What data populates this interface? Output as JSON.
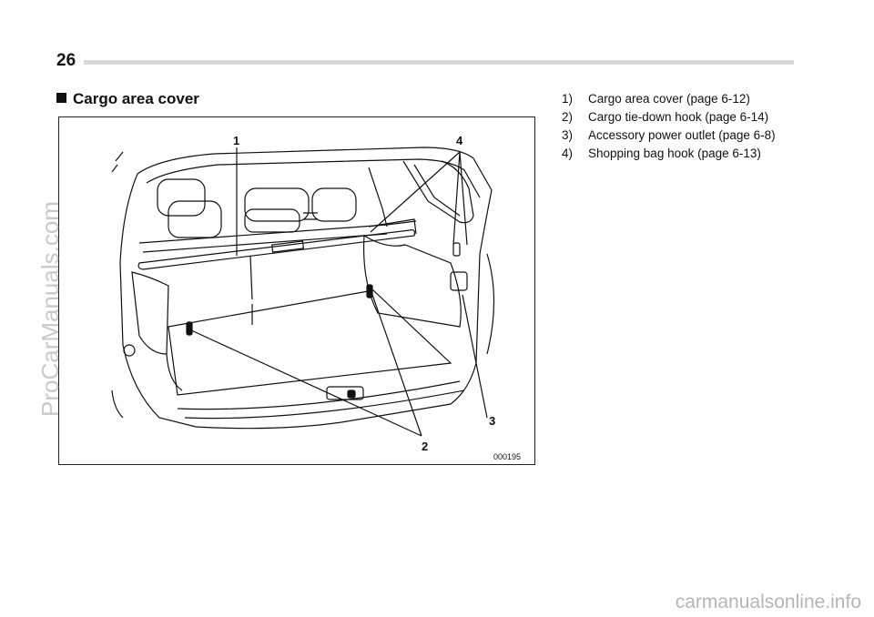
{
  "page": {
    "number": "26",
    "section_title": "Cargo area cover"
  },
  "figure": {
    "callouts": [
      "1",
      "4",
      "3",
      "2"
    ],
    "image_code": "000195"
  },
  "legend": [
    {
      "num": "1)",
      "text": "Cargo area cover (page 6-12)"
    },
    {
      "num": "2)",
      "text": "Cargo tie-down hook (page 6-14)"
    },
    {
      "num": "3)",
      "text": "Accessory power outlet (page 6-8)"
    },
    {
      "num": "4)",
      "text": "Shopping bag hook (page 6-13)"
    }
  ],
  "watermarks": {
    "side": "ProCarManuals.com",
    "footer": "carmanualsonline.info"
  },
  "colors": {
    "rule": "#d8d8d8",
    "watermark": "#c9c9c9"
  }
}
